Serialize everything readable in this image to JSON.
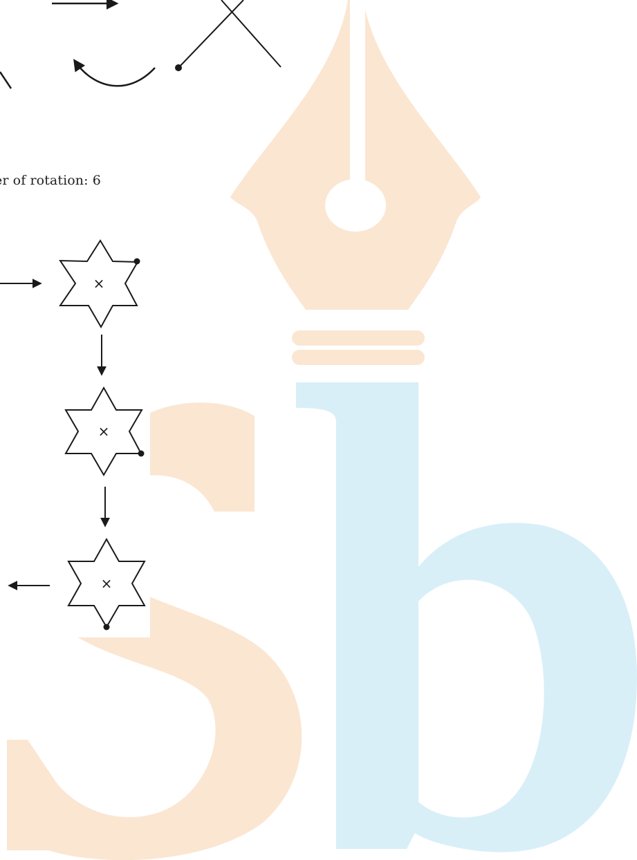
{
  "caption": {
    "text": "er of rotation: 6"
  },
  "diagram": {
    "center_mark": "×",
    "watermark_letters": "sb"
  },
  "colors": {
    "ink": "#1a1a1a",
    "watermark_peach": "#fbe6d2",
    "watermark_blue": "#d8eff8",
    "background": "#ffffff"
  },
  "icons": {
    "star": "six-point-star-icon",
    "arrow": "arrow-icon",
    "watermark": "pen-nib-watermark-logo"
  }
}
